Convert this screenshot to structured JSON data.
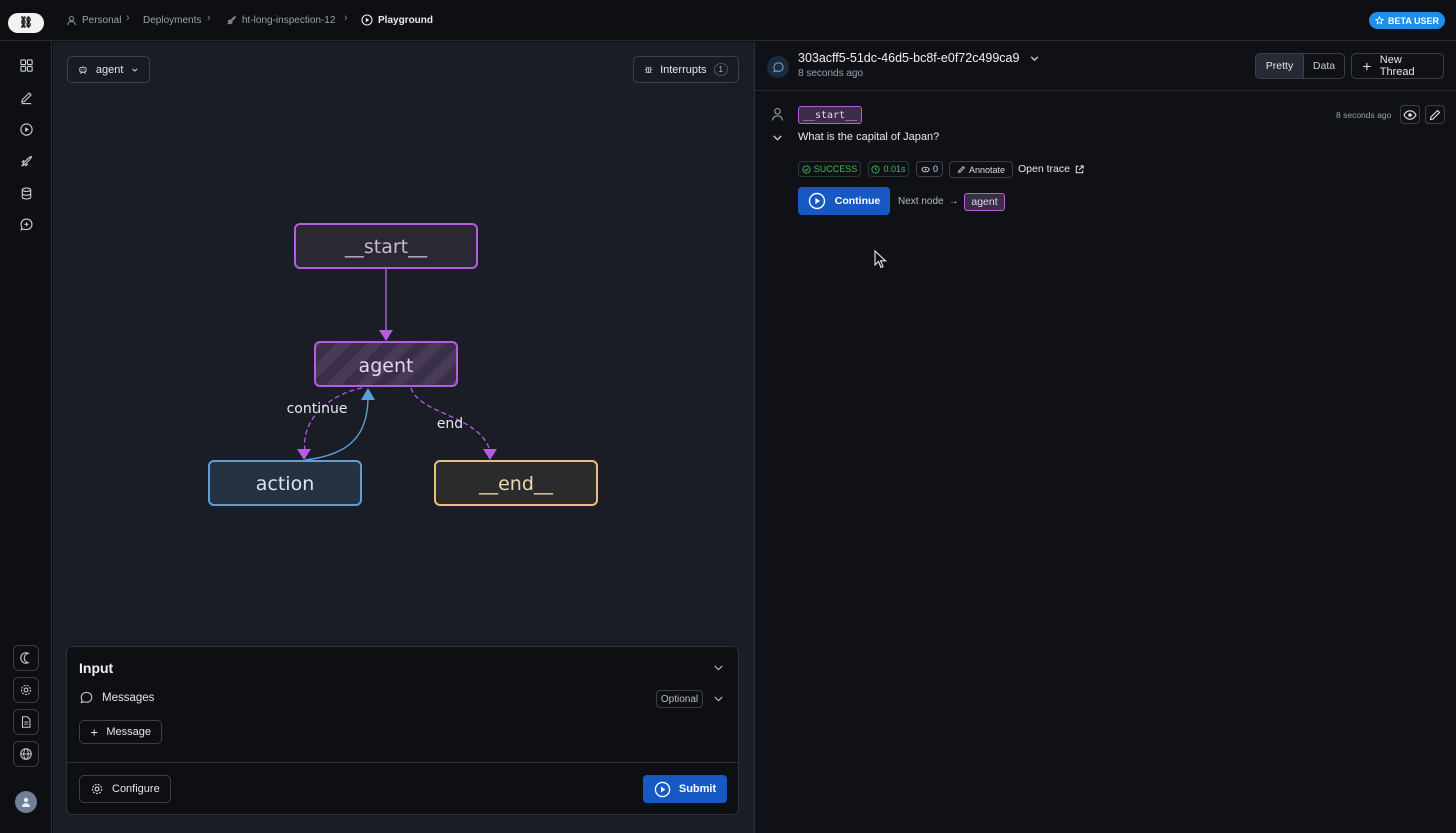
{
  "breadcrumbs": [
    {
      "label": "Personal",
      "icon": "person-icon"
    },
    {
      "label": "Deployments"
    },
    {
      "label": "ht-long-inspection-12",
      "icon": "rocket-icon"
    },
    {
      "label": "Playground",
      "icon": "play-circle-icon"
    }
  ],
  "beta_badge": "BETA USER",
  "graph_panel": {
    "assistant_select": "agent",
    "interrupts_label": "Interrupts",
    "interrupts_count": "1",
    "nodes": {
      "start": "__start__",
      "agent": "agent",
      "action": "action",
      "end": "__end__"
    },
    "edge_labels": {
      "continue": "continue",
      "end": "end"
    }
  },
  "input": {
    "title": "Input",
    "messages_label": "Messages",
    "optional_badge": "Optional",
    "add_message_label": "Message",
    "configure_label": "Configure",
    "submit_label": "Submit"
  },
  "thread": {
    "id": "303acff5-51dc-46d5-bc8f-e0f72c499ca9",
    "time": "8 seconds ago",
    "view_pretty": "Pretty",
    "view_data": "Data",
    "new_thread_label": "New Thread",
    "entry": {
      "node_tag": "__start__",
      "timestamp": "8 seconds ago",
      "message": "What is the capital of Japan?",
      "status": "SUCCESS",
      "latency": "0.01s",
      "tokens": "0",
      "annotate_label": "Annotate",
      "open_trace_label": "Open trace",
      "continue_label": "Continue",
      "next_node_label": "Next node",
      "next_node_value": "agent"
    }
  },
  "colors": {
    "accent_purple": "#b55ce0",
    "accent_blue": "#5a9fd6",
    "accent_yellow": "#e8c07a",
    "primary_button": "#1659c4",
    "success_green": "#3fb950"
  }
}
